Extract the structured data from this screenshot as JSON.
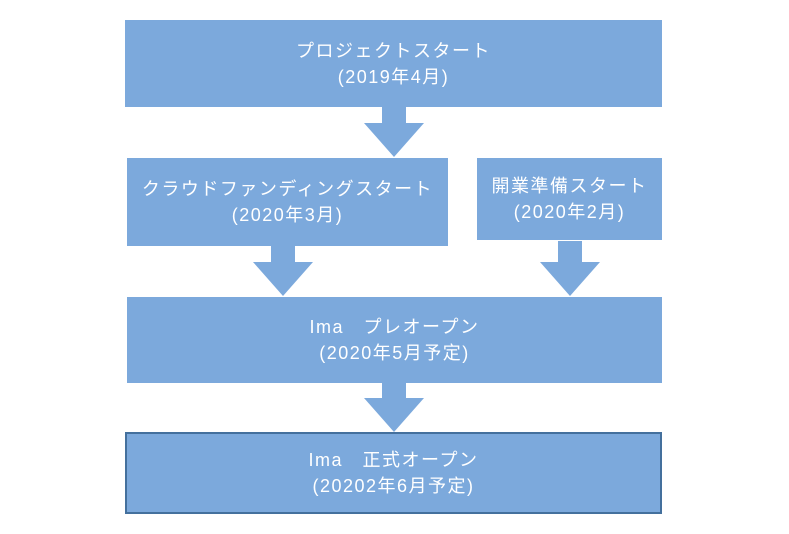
{
  "colors": {
    "box_fill": "#7CA9DC",
    "box_border": "#44709D",
    "text": "#FFFFFF",
    "background": "#FFFFFF"
  },
  "flowchart": {
    "type": "timeline-flowchart",
    "nodes": [
      {
        "id": "project-start",
        "line1": "プロジェクトスタート",
        "line2": "(2019年4月)"
      },
      {
        "id": "crowdfunding-start",
        "line1": "クラウドファンディングスタート",
        "line2": "(2020年3月)"
      },
      {
        "id": "opening-prep-start",
        "line1": "開業準備スタート",
        "line2": "(2020年2月)"
      },
      {
        "id": "pre-open",
        "line1": "Ima　プレオープン",
        "line2": "(2020年5月予定)"
      },
      {
        "id": "grand-open",
        "line1": "Ima　正式オープン",
        "line2": "(20202年6月予定)"
      }
    ],
    "edges": [
      {
        "from": "project-start",
        "to": "crowdfunding-start"
      },
      {
        "from": "crowdfunding-start",
        "to": "pre-open"
      },
      {
        "from": "opening-prep-start",
        "to": "pre-open"
      },
      {
        "from": "pre-open",
        "to": "grand-open"
      }
    ]
  }
}
